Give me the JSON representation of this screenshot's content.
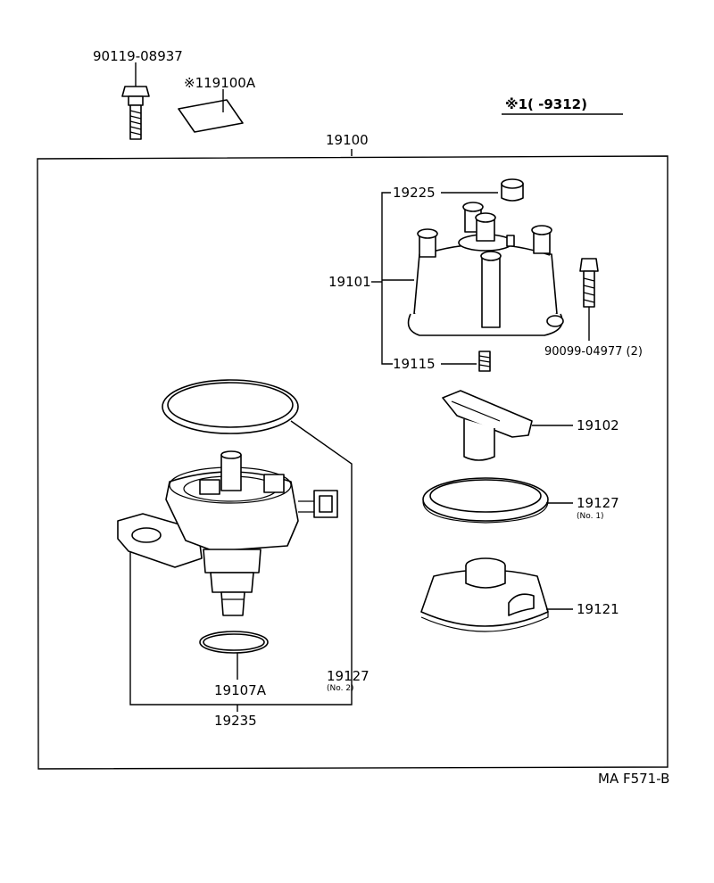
{
  "labels": {
    "bolt_top": "90119-08937",
    "label_plate": "※119100A",
    "note": "※1(       -9312)",
    "assembly": "19100",
    "cap_plug": "19225",
    "cap": "19101",
    "cap_spring": "19115",
    "cap_screw": "90099-04977 (2)",
    "rotor": "19102",
    "seal_no1": "19127",
    "seal_no1_sub": "(No. 1)",
    "dust_cover": "19121",
    "seal_no2": "19127",
    "seal_no2_sub": "(No. 2)",
    "o_ring": "19107A",
    "housing": "19235",
    "drawing_code": "MA F571-B"
  }
}
